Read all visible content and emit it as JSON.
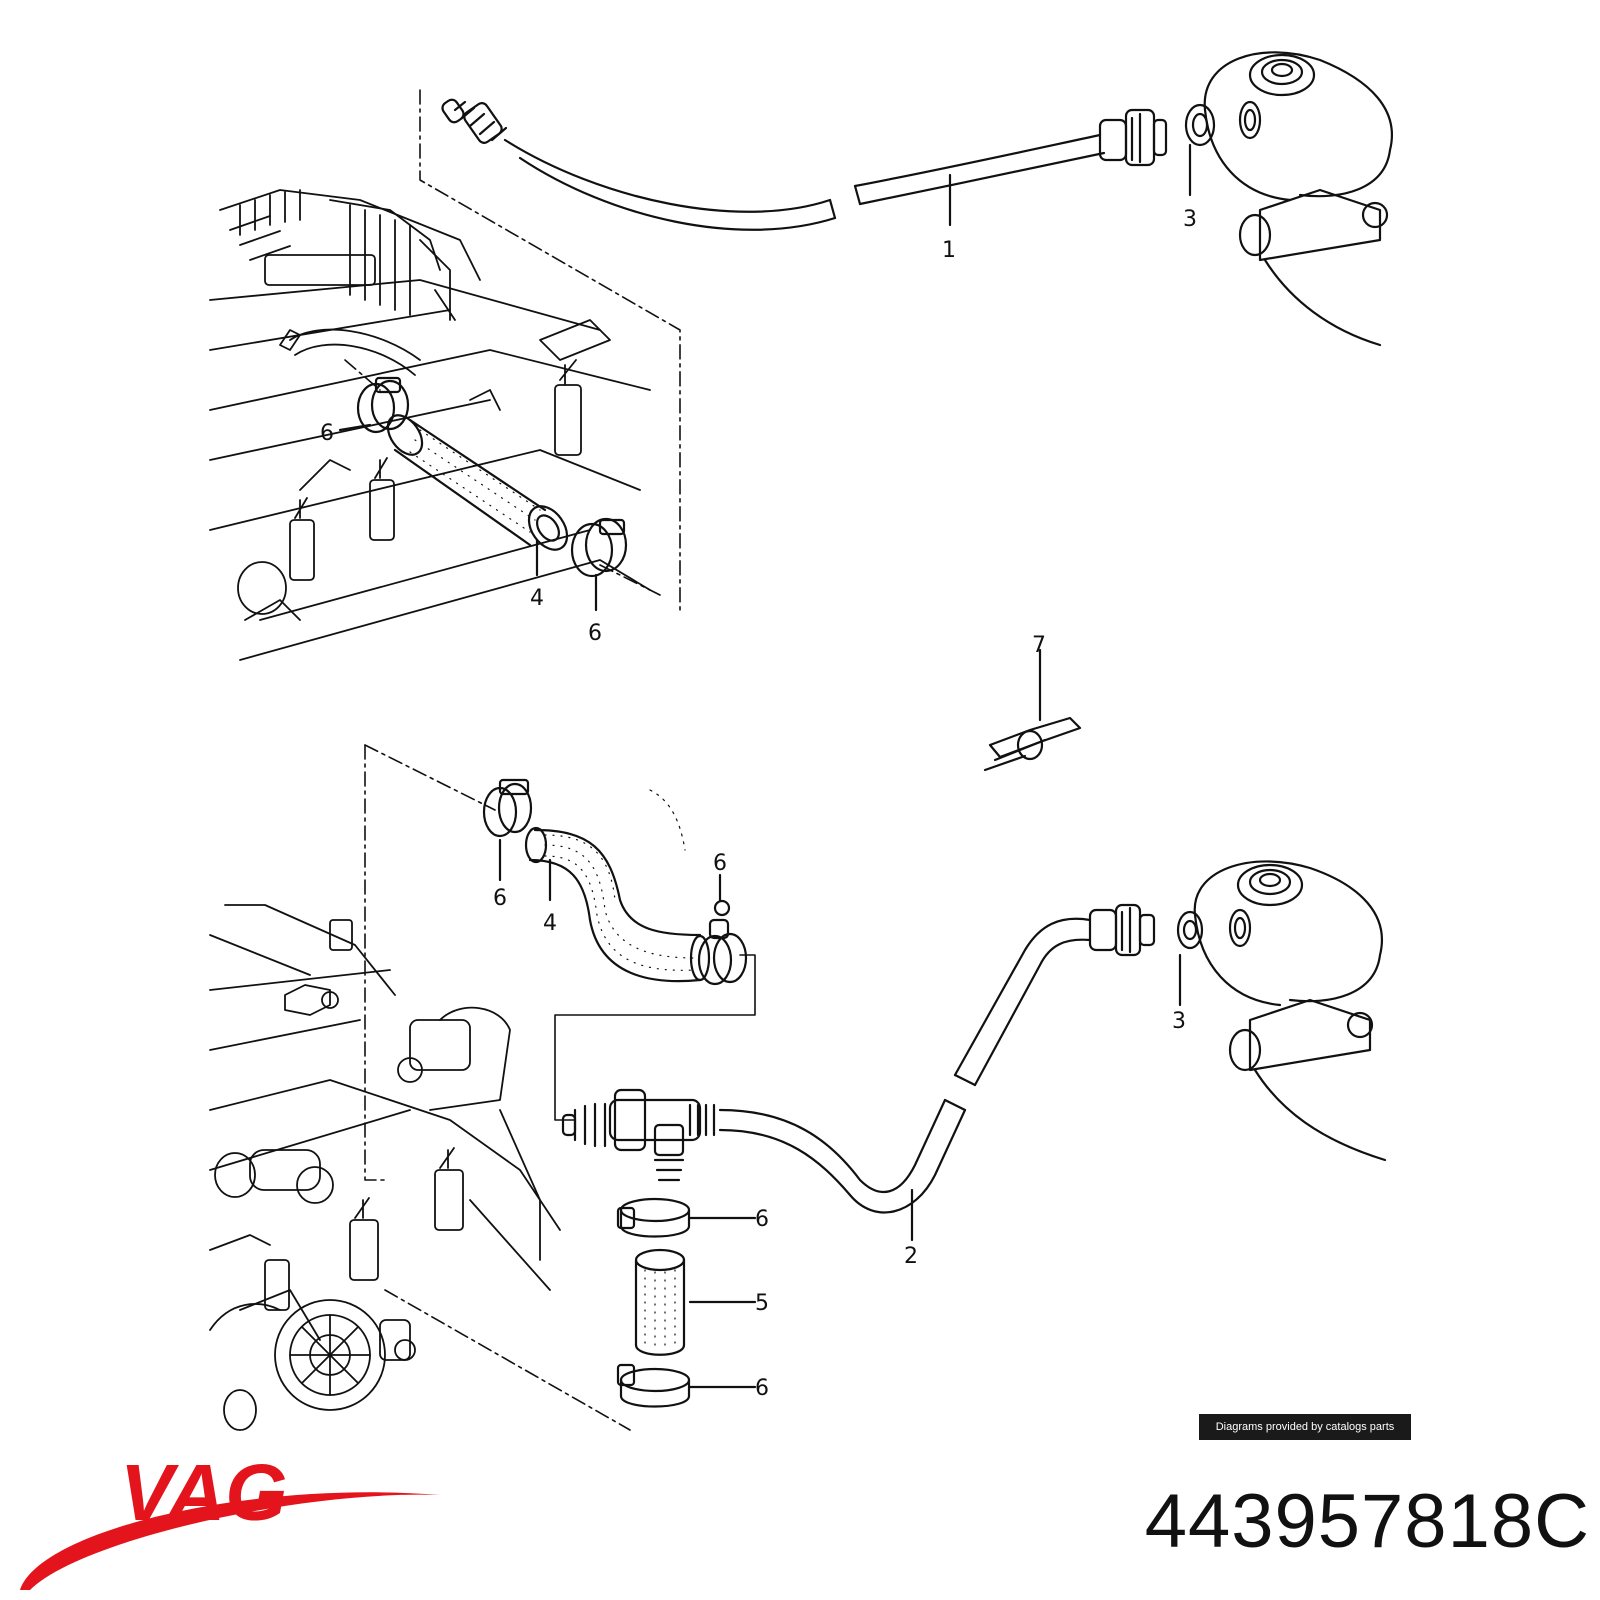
{
  "callouts": [
    {
      "id": "c1",
      "label": "1"
    },
    {
      "id": "c3a",
      "label": "3"
    },
    {
      "id": "c6a",
      "label": "6"
    },
    {
      "id": "c4a",
      "label": "4"
    },
    {
      "id": "c6b",
      "label": "6"
    },
    {
      "id": "c7",
      "label": "7"
    },
    {
      "id": "c6c",
      "label": "6"
    },
    {
      "id": "c4b",
      "label": "4"
    },
    {
      "id": "c6d",
      "label": "6"
    },
    {
      "id": "c3b",
      "label": "3"
    },
    {
      "id": "c6e",
      "label": "6"
    },
    {
      "id": "c5",
      "label": "5"
    },
    {
      "id": "c2",
      "label": "2"
    },
    {
      "id": "c6f",
      "label": "6"
    }
  ],
  "credit_text": "Diagrams provided by catalogs parts",
  "part_number": "443957818C",
  "brand": {
    "name": "VAG",
    "color": "#e3141c"
  },
  "colors": {
    "line": "#111111",
    "background": "#ffffff"
  }
}
